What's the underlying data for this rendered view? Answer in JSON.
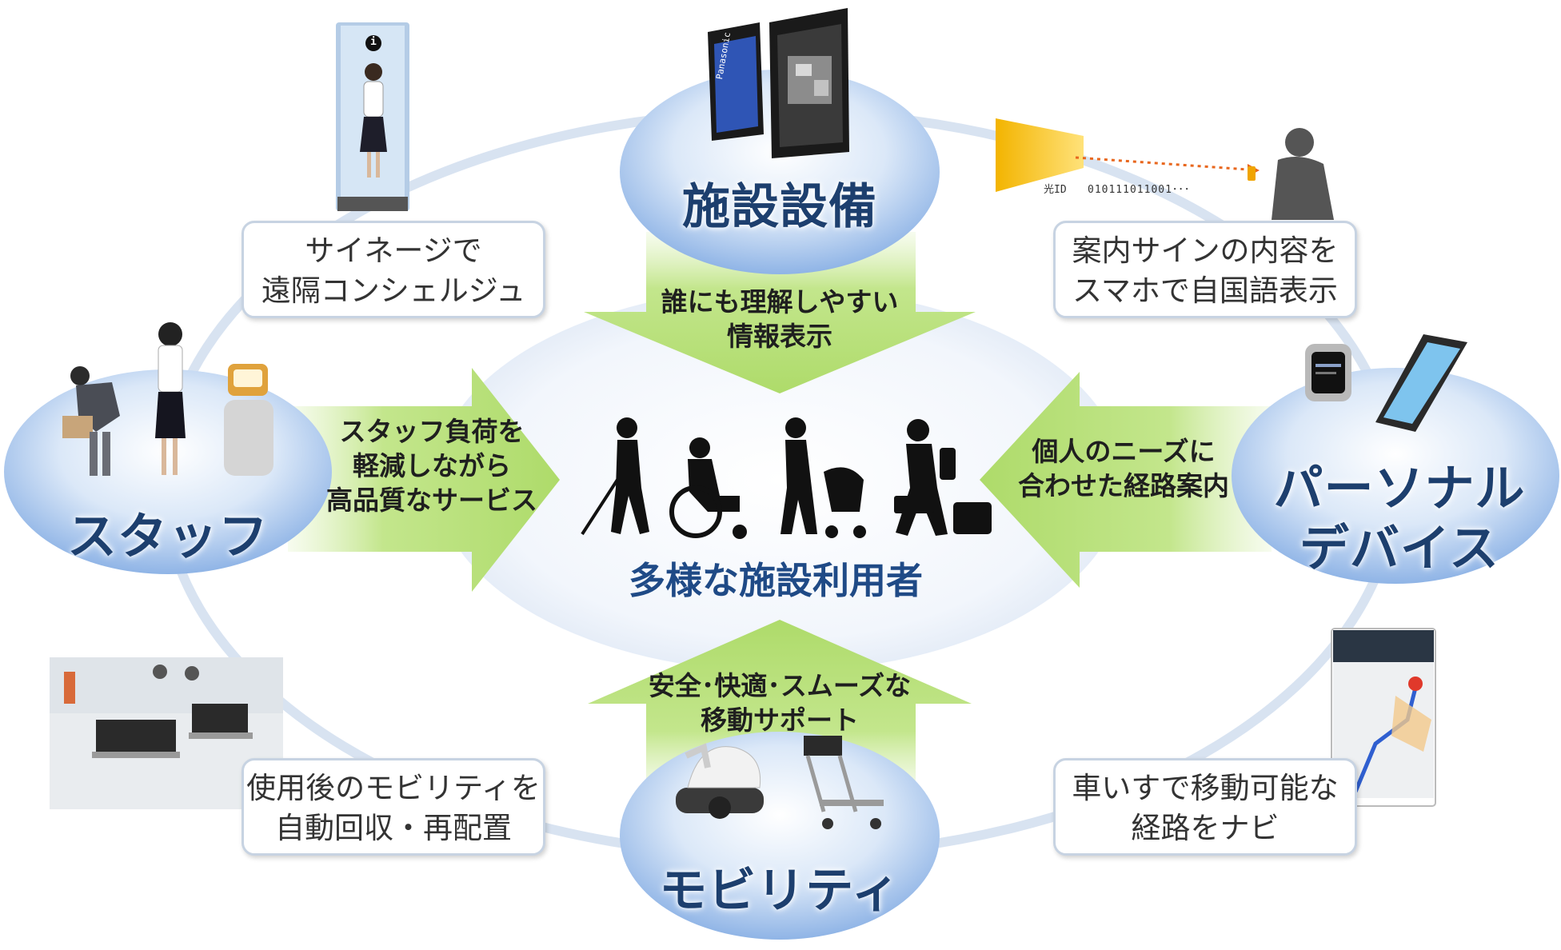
{
  "nodes": {
    "facility": "施設設備",
    "staff": "スタッフ",
    "personal_line1": "パーソナル",
    "personal_line2": "デバイス",
    "mobility": "モビリティ"
  },
  "center": {
    "title": "多様な施設利用者"
  },
  "arrows": {
    "top": [
      "誰にも理解しやすい",
      "情報表示"
    ],
    "left": [
      "スタッフ負荷を",
      "軽減しながら",
      "高品質なサービス"
    ],
    "right": [
      "個人のニーズに",
      "合わせた経路案内"
    ],
    "bottom": [
      "安全･快適･スムーズな",
      "移動サポート"
    ]
  },
  "callouts": {
    "signage": [
      "サイネージで",
      "遠隔コンシェルジュ"
    ],
    "smartphone": [
      "案内サインの内容を",
      "スマホで自国語表示"
    ],
    "mobility_return": [
      "使用後のモビリティを",
      "自動回収・再配置"
    ],
    "wheelchair_nav": [
      "車いすで移動可能な",
      "経路をナビ"
    ]
  },
  "illustration_text": {
    "light_id_label": "光ID",
    "light_id_bits": "010111011001･･･",
    "panel_brand": "Panasonic",
    "info_glyph": "i"
  },
  "colors": {
    "node_blue": "#8fb4e6",
    "arrow_green": "#b8e07a",
    "label_navy": "#1d3f6e",
    "ring": "#cfdcec"
  }
}
